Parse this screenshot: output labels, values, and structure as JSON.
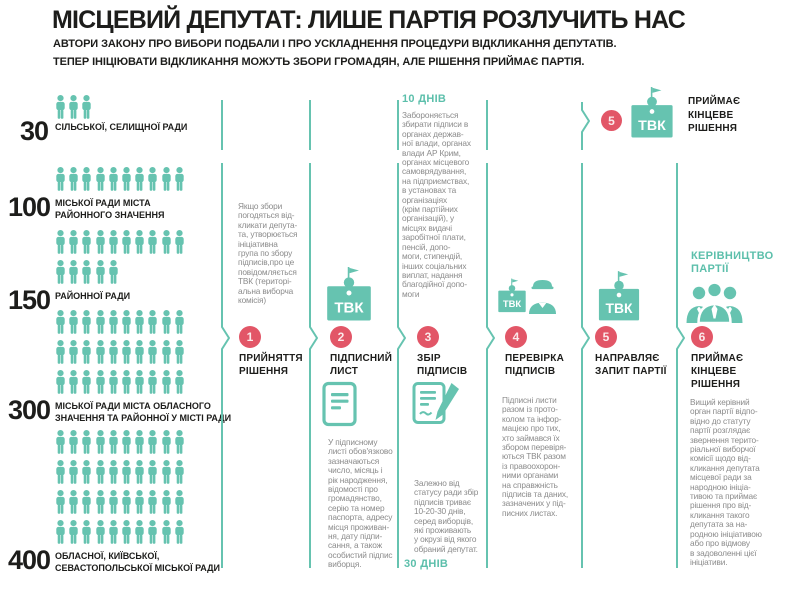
{
  "header": {
    "title": "МІСЦЕВИЙ ДЕПУТАТ: ЛИШЕ ПАРТІЯ РОЗЛУЧИТЬ НАС",
    "subtitle_line1": "АВТОРИ ЗАКОНУ ПРО ВИБОРИ ПОДБАЛИ І ПРО УСКЛАДНЕННЯ ПРОЦЕДУРИ ВІДКЛИКАННЯ ДЕПУТАТІВ.",
    "subtitle_line2": "ТЕПЕР ІНІЦІЮВАТИ ВІДКЛИКАННЯ МОЖУТЬ ЗБОРИ ГРОМАДЯН, АЛЕ РІШЕННЯ ПРИЙМАЄ ПАРТІЯ."
  },
  "colors": {
    "teal": "#66c3b0",
    "red": "#e25667",
    "dark": "#1d1d1b",
    "gray": "#8b8b8b"
  },
  "icons": {
    "tvk_text": "ТВК"
  },
  "signature_groups": [
    {
      "count_label": "30",
      "body": "СІЛЬСЬКОЇ, СЕЛИЩНОЇ РАДИ",
      "icons": 3
    },
    {
      "count_label": "100",
      "body": "МІСЬКОЇ РАДИ МІСТА\nРАЙОННОГО ЗНАЧЕННЯ",
      "icons": 10
    },
    {
      "count_label": "150",
      "body": "РАЙОННОЇ РАДИ",
      "icons": 15
    },
    {
      "count_label": "300",
      "body": "МІСЬКОЇ РАДИ МІСТА ОБЛАСНОГО\nЗНАЧЕННЯ ТА РАЙОННОЇ У МІСТІ РАДИ",
      "icons": 30
    },
    {
      "count_label": "400",
      "body": "ОБЛАСНОЇ, КИЇВСЬКОЇ,\nСЕВАСТОПОЛЬСЬКОЇ МІСЬКОЇ РАДИ",
      "icons": 40
    }
  ],
  "branch": {
    "num": "5",
    "label": "ПРИЙМАЄ\nКІНЦЕВЕ\nРІШЕННЯ"
  },
  "steps": [
    {
      "num": "1",
      "label": "ПРИЙНЯТТЯ\nРІШЕННЯ",
      "note": "Якщо збори\nпогодяться від-\nкликати депута-\nта, утворюється\nініціативна\nгрупа по збору\nпідписів,про це\nповідомляється\nТВК (територі-\nальна виборча\nкомісія)"
    },
    {
      "num": "2",
      "label": "ПІДПИСНИЙ\nЛИСТ",
      "note": "У підписному\nлисті обов'язково\nзазначаються\nчисло, місяць і\nрік народження,\nвідомості про\nгромадянство,\nсерію та номер\nпаспорта, адресу\nмісця проживан-\nня, дату підпи-\nсання, а також\nособистий підпис\nвиборця."
    },
    {
      "num": "3",
      "label": "ЗБІР\nПІДПИСІВ",
      "duration_top": "10 ДНІВ",
      "note_top": "Забороняється\nзбирати підписи в\nорганах держав-\nної влади, органах\nвлади АР Крим,\nорганах місцевого\nсамоврядування,\nна підприємствах,\nв установах та\nорганізаціях\n(крім партійних\nорганізацій), у\nмісцях видачі\nзаробітної плати,\nпенсій, допо-\nмоги, стипендій,\nінших соціальних\nвиплат, надання\nблагодійної допо-\nмоги",
      "note_bottom": "Залежно від\nстатусу ради збір\nпідписів триває\n10-20-30 днів,\nсеред виборців,\nякі проживають\nу окрузі від якого\nобраний депутат.",
      "duration_bottom": "30 ДНІВ"
    },
    {
      "num": "4",
      "label": "ПЕРЕВІРКА\nПІДПИСІВ",
      "note": "Підписні листи\nразом із прото-\nколом та інфор-\nмацією про тих,\nхто займався їх\nзбором перевіря-\nються ТВК разом\nіз правоохорон-\nними органами\nна справжність\nпідписів та даних,\nзазначених у під-\nписних листах."
    },
    {
      "num": "5",
      "label": "НАПРАВЛЯЄ\nЗАПИТ ПАРТІЇ"
    },
    {
      "num": "6",
      "label": "ПРИЙМАЄ\nКІНЦЕВЕ\nРІШЕННЯ",
      "heading": "КЕРІВНИЦТВО\nПАРТІЇ",
      "note": "Вищий керівний\nорган партії відпо-\nвідно до статуту\nпартії розглядає\nзвернення терито-\nріальної виборчої\nкомісії щодо від-\nкликання депутата\nмісцевої ради за\nнародною ініціа-\nтивою та приймає\nрішення про від-\nкликання такого\nдепутата за на-\nродною ініціативою\nабо про відмову\nв задоволенні цієї\nініціативи."
    }
  ]
}
